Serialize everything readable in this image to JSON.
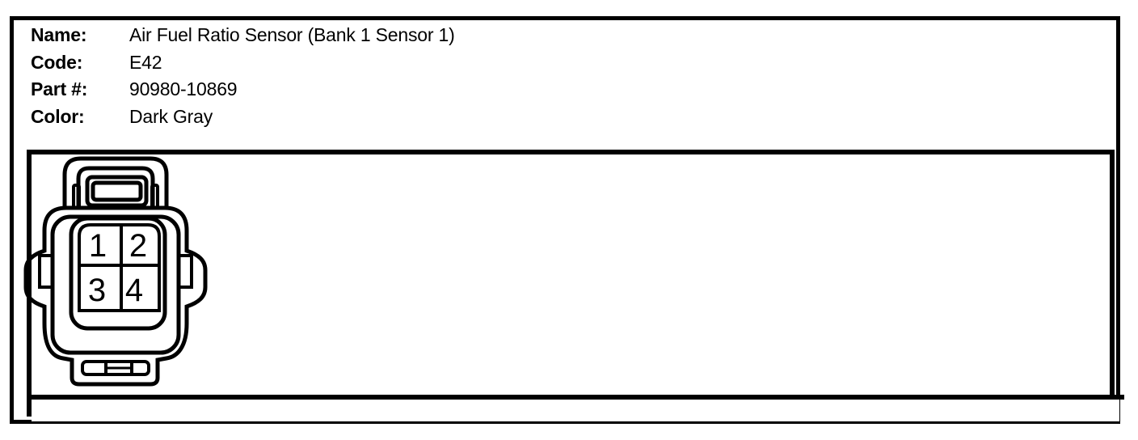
{
  "page": {
    "background": "#ffffff",
    "line_color": "#000000"
  },
  "header": {
    "rows": [
      {
        "label": "Name:",
        "value": "Air Fuel Ratio Sensor (Bank 1 Sensor 1)"
      },
      {
        "label": "Code:",
        "value": "E42"
      },
      {
        "label": "Part #:",
        "value": "90980-10869"
      },
      {
        "label": "Color:",
        "value": "Dark Gray"
      }
    ]
  },
  "connector": {
    "description": "4-pin connector face view",
    "pins": [
      "1",
      "2",
      "3",
      "4"
    ]
  }
}
